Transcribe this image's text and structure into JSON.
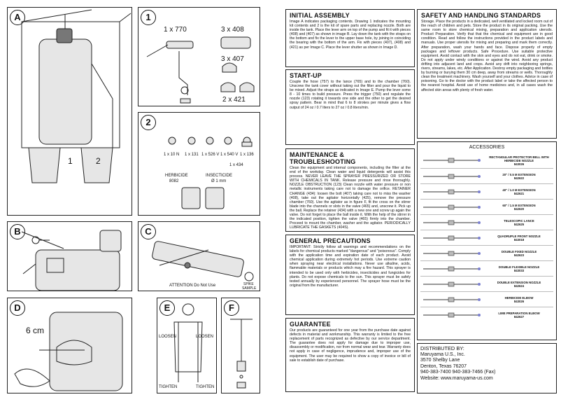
{
  "panels": {
    "A": {
      "letter": "A",
      "labels": [
        "1",
        "2"
      ]
    },
    "one": {
      "letter": "1",
      "labels": [
        "1 x 770",
        "3 x 408",
        "3 x 407",
        "2 x 421"
      ]
    },
    "two": {
      "letter": "2",
      "labels": [
        "1 x 10 N",
        "1 x 131",
        "1 x 526 V",
        "1 x 540 V",
        "1 x 136",
        "1 x 434",
        "HERBICIDE",
        "8082",
        "INSECTICIDE",
        "Ø 1 mm"
      ]
    },
    "B": {
      "letter": "B"
    },
    "C": {
      "letter": "C",
      "labels": [
        "ATTENTION Do Not Use",
        "SPIKE",
        "SAMPLE"
      ]
    },
    "D": {
      "letter": "D",
      "labels": [
        "6 cm"
      ]
    },
    "E": {
      "letter": "E",
      "labels": [
        "LOOSEN",
        "LOOSEN",
        "TIGHTEN",
        "TIGHTEN"
      ]
    },
    "F": {
      "letter": "F"
    }
  },
  "sections": {
    "initial_assembly": {
      "title": "INITIAL ASSEMBLY",
      "body": "Image A indicates packaging contents. Drawing 1 indicates the mounting kit contents and 2 is the kit of spare parts and replacing nozzle. Both are inside the tank. Place the lever arm on top of the pump and fit it with pieces (408) and (407) as shown in image B. Lay down the tank with the straps on the bottom and fix the lever to the upper base hole, by joining in coinciding the bearing with the bottom of the arm. Fix with pieces (407), (408) and (421) as per Image C. Place the lever shutter as shown in Image D."
    },
    "start_up": {
      "title": "START-UP",
      "body": "Couple the hose (757) to the lance (765) and to the chamber (760). Unscrew the tank cover without taking out the filter and pour the liquid to be mixed. Adjust the straps as indicated in Image E. Pump the lever some 8 - 10 times to build pressure. Press the trigger (750) and regulate the nozzle (123) rotating it towards one side and the other to get the desired spray pattern. Bear in mind that 6 to 8 strokes per minute gives a flow output of 24 oz / 0.7 liters to 27 oz / 0.8 liters/min."
    },
    "maintenance": {
      "title": "MAINTENANCE & TROUBLESHOOTING",
      "body": "Clean the equipment and internal components, including the filter at the end of the workday. Clean water and liquid detergents will assist this process. NEVER LEAVE THE SPRAYER PRESSURIZED OR STORE WITH CHEMICALS IN TANK. Release pressure and rinse thoroughly. NOZZLE OBSTRUCTION (123) Clean nozzle with water pressure or non metallic instruments taking care not to damage the orifice. RETAINER CHANGE (434): loosen the bolt (407) taking care not to miss the washer (408), take out the agitator horizontally (425), remove the pressure chamber (760). Use the agitator as in figure F, fit the cross on the stirrer blade into the channels or slots in the valve (465) and, unscrew it. Pick up the ball. Replace the retainer (434) with a new one and screw up again the valve. Do not forget to place the ball inside it. With the help of the stirrer in the indicated position, tighten the valve (465) firmly into the chamber. Proceed to mount the chamber, washer and the agitator. PERIODICALLY LUBRICATE THE GASKETS (404S)."
    },
    "general": {
      "title": "GENERAL PRECAUTIONS",
      "body": "IMPORTANT: Strictly follow all warnings and recommendations on the labels for chemical products marked \"dangerous\" and \"poisonous\". Comply with the application time and expiration date of each product. Avoid chemical application during extremely hot periods. Use extreme caution when spraying near electrical installations. Never use alkaline, acids, flammable materials or products which may a fire hazard. This sprayer is intended to be used only with herbicides, insecticides and fungicides for plants. Do not expose chemicals to the sun. This sprayer must be safely tested annually by experienced personnel. The sprayer hose must be the original from the manufacturer."
    },
    "guarantee": {
      "title": "GUARANTEE",
      "body": "Our products are guaranteed for one year from the purchase date against defects in material and workmanship. This warranty is limited to the free replacement of parts recognized as defective by our service department. The guarantee does not apply for damage due to improper use, disassembly or modification, nor from normal wear and tear. Warranty does not apply in case of negligence, imprudence and, improper use of the equipment. The user may be required to show a copy of invoice or bill of sale to establish date of purchase."
    },
    "safety": {
      "title": "SAFETY AND HANDLING STANDARDS",
      "body": "Storage. Place the products in a dedicated, well ventilated and locked room out of the reach of children and pets. Store the product in its original packing. Use the same room to store chemical mixing, preparation and application utensils. Product Preparation. Verify that that the chemical and equipment are in good condition. Read and follow the instructions provided in the product labels and manuals. Use proper utensils for mixing and preparing and mark them correctly. After preparation, wash your hands and face. Dispose properly of empty packages and leftover products. Safe Procedure. Use suitable protective equipment. Avoid contact with the skin and eyes and do not eat, drink or smoke. Do not apply under windy conditions or against the wind. Avoid any product drifting into adjacent land and crops. Avoid any drift into neighboring springs, rivers, streams, lakes, etc. After Application. Destroy empty packaging and bottles by burning or burying them 30 cm deep, away from streams or wells. Thoroughly clean the treatment machinery. Wash yourself and your clothes. Advice in case of poisoning. Go to the doctor with the product label or take the affected person to the nearest hospital. Avoid use of home medicines and, in all cases wash the affected skin areas with plenty of fresh water."
    }
  },
  "accessories": {
    "title": "ACCESSORIES",
    "items": [
      {
        "name": "RECTANGULAR PROTECTOR BELL WITH HERBICIDE NOZZLE",
        "code": "843026"
      },
      {
        "name": "20\" / 0.5 M EXTENSION",
        "code": "842622"
      },
      {
        "name": "40\" / 1.0 M EXTENSION",
        "code": "842621"
      },
      {
        "name": "60\" / 1.5 M EXTENSION",
        "code": "842620"
      },
      {
        "name": "TELESCOPIC LANCE",
        "code": "842625"
      },
      {
        "name": "QUADRUPLE FRONT NOZZLE",
        "code": "843018"
      },
      {
        "name": "DOUBLE FIXED NOZZLE",
        "code": "842623"
      },
      {
        "name": "DOUBLE FLEXIBLE NOZZLE",
        "code": "843033"
      },
      {
        "name": "DOUBLE EXTENSION NOZZLE",
        "code": "842624"
      },
      {
        "name": "HERBICIDE ELBOW",
        "code": "843026"
      },
      {
        "name": "LIME PREPARATION ELBOW",
        "code": "842627"
      }
    ]
  },
  "distributor": {
    "heading": "DISTRIBUTED BY:",
    "name": "Maruyama U.S., Inc.",
    "address1": "3570 Shelby Lane",
    "address2": "Denton, Texas 76207",
    "phone": "940-383-7400     940-383-7466 (Fax)",
    "website": "Website:  www.maruyama-us.com"
  }
}
